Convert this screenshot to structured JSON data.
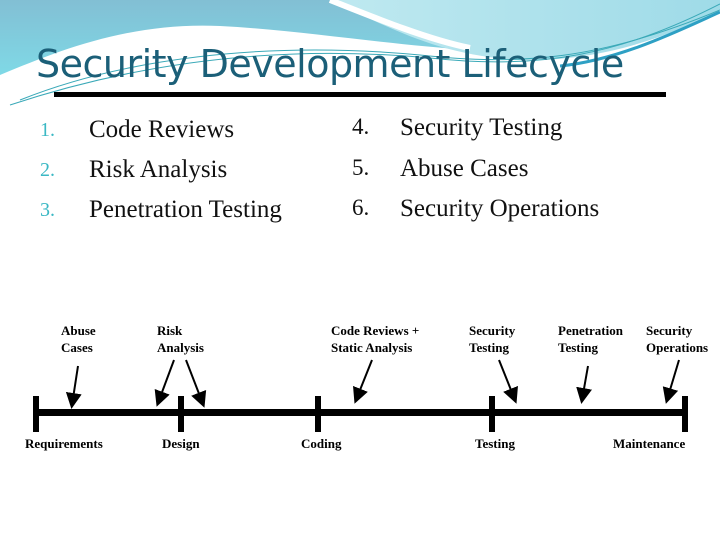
{
  "slide": {
    "title": "Security Development Lifecycle",
    "colors": {
      "title": "#1b5f78",
      "number_accent": "#3bb8c4",
      "wave_dark": "#86c4d6",
      "wave_light": "#b5e6ee",
      "text": "#111111"
    }
  },
  "list_left": [
    {
      "num": "1.",
      "label": "Code Reviews"
    },
    {
      "num": "2.",
      "label": "Risk Analysis"
    },
    {
      "num": "3.",
      "label": "Penetration Testing"
    }
  ],
  "list_right": [
    {
      "num": "4.",
      "label": "Security Testing"
    },
    {
      "num": "5.",
      "label": "Abuse Cases"
    },
    {
      "num": "6.",
      "label": "Security Operations"
    }
  ],
  "diagram": {
    "activities": [
      {
        "line1": "Abuse",
        "line2": "Cases"
      },
      {
        "line1": "Risk",
        "line2": "Analysis"
      },
      {
        "line1": "Code Reviews +",
        "line2": "Static Analysis"
      },
      {
        "line1": "Security",
        "line2": "Testing"
      },
      {
        "line1": "Penetration",
        "line2": "Testing"
      },
      {
        "line1": "Security",
        "line2": "Operations"
      }
    ],
    "phases": [
      "Requirements",
      "Design",
      "Coding",
      "Testing",
      "Maintenance"
    ]
  }
}
